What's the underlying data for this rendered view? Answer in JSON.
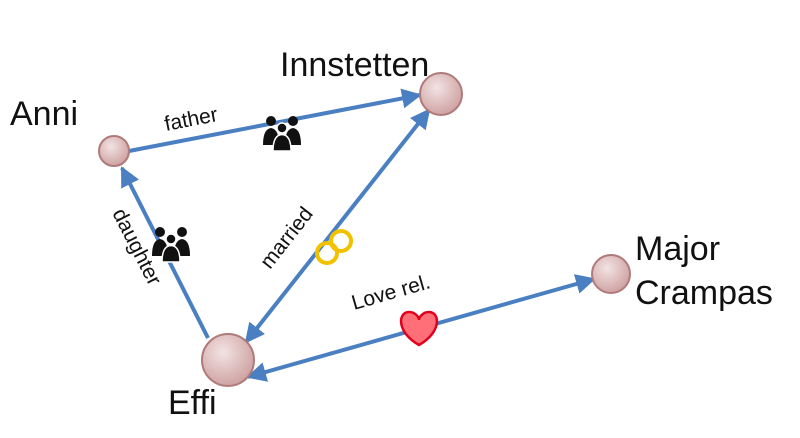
{
  "nodes": {
    "anni": {
      "label": "Anni"
    },
    "innstetten": {
      "label": "Innstetten"
    },
    "effi": {
      "label": "Effi"
    },
    "crampas": {
      "label_line1": "Major",
      "label_line2": "Crampas"
    }
  },
  "edges": {
    "father": {
      "label": "father",
      "icon": "family-icon"
    },
    "daughter": {
      "label": "daughter",
      "icon": "family-icon"
    },
    "married": {
      "label": "married",
      "icon": "wedding-rings-icon"
    },
    "love": {
      "label": "Love rel.",
      "icon": "heart-icon"
    }
  },
  "colors": {
    "edge": "#4a7fc1",
    "node_fill": "#d9b8b8",
    "node_stroke": "#b07a7a",
    "rings": "#f2c200",
    "heart_fill": "#ff6f78",
    "heart_stroke": "#e0001b"
  }
}
